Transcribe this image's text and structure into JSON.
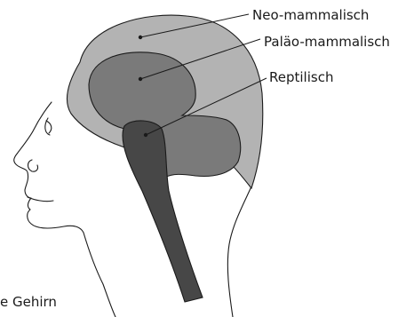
{
  "diagram": {
    "labels": {
      "neo": "Neo-mammalisch",
      "paleo": "Paläo-mammalisch",
      "reptile": "Reptilisch",
      "caption": "e Gehirn"
    },
    "colors": {
      "neo": "#b3b3b3",
      "paleo": "#7a7a7a",
      "reptile": "#474747",
      "outline": "#1a1a1a"
    }
  }
}
